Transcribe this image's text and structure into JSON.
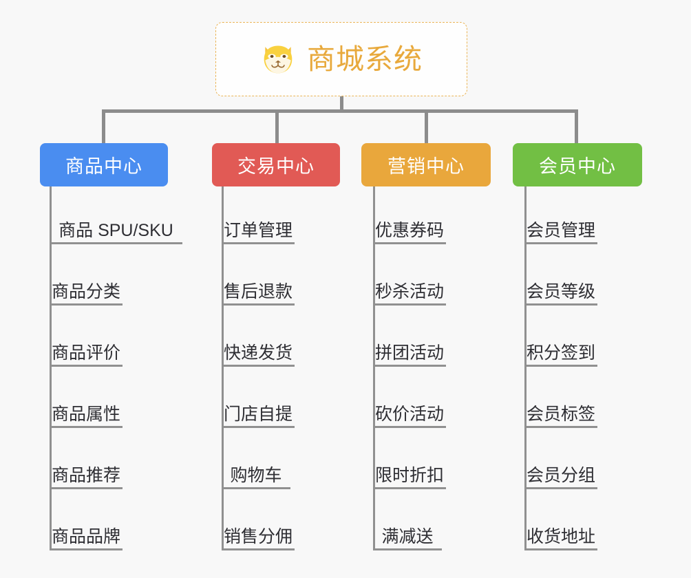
{
  "diagram": {
    "type": "mindmap",
    "background_color": "#f8f8f8",
    "line_color": "#8c8c8c"
  },
  "root": {
    "title": "商城系统",
    "icon": "shiba-dog-face-icon",
    "text_color": "#e8a93c",
    "border_color": "#eab455",
    "background_color": "#fefefe"
  },
  "categories": [
    {
      "label": "商品中心",
      "color": "#4a8df0",
      "items": [
        {
          "label": "商品 SPU/SKU"
        },
        {
          "label": "商品分类"
        },
        {
          "label": "商品评价"
        },
        {
          "label": "商品属性"
        },
        {
          "label": "商品推荐"
        },
        {
          "label": "商品品牌"
        }
      ]
    },
    {
      "label": "交易中心",
      "color": "#e15a55",
      "items": [
        {
          "label": "订单管理"
        },
        {
          "label": "售后退款"
        },
        {
          "label": "快递发货"
        },
        {
          "label": "门店自提"
        },
        {
          "label": "购物车"
        },
        {
          "label": "销售分佣"
        }
      ]
    },
    {
      "label": "营销中心",
      "color": "#e9a73c",
      "items": [
        {
          "label": "优惠券码"
        },
        {
          "label": "秒杀活动"
        },
        {
          "label": "拼团活动"
        },
        {
          "label": "砍价活动"
        },
        {
          "label": "限时折扣"
        },
        {
          "label": "满减送"
        }
      ]
    },
    {
      "label": "会员中心",
      "color": "#72bf44",
      "items": [
        {
          "label": "会员管理"
        },
        {
          "label": "会员等级"
        },
        {
          "label": "积分签到"
        },
        {
          "label": "会员标签"
        },
        {
          "label": "会员分组"
        },
        {
          "label": "收货地址"
        }
      ]
    }
  ]
}
